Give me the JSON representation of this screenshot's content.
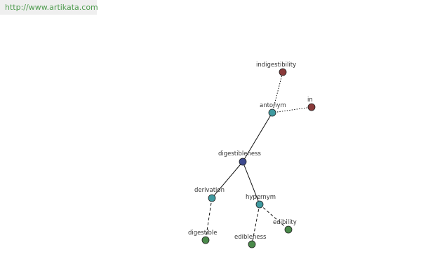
{
  "watermark": {
    "text": "http://www.artikata.com"
  },
  "colors": {
    "root": "#3d4a8f",
    "relation": "#3f9aa0",
    "antonym_leaf": "#8a3a3a",
    "related_leaf": "#4a8a4a"
  },
  "nodes": {
    "root": {
      "label": "digestibleness",
      "kind": "root"
    },
    "antonym": {
      "label": "antonym",
      "kind": "relation"
    },
    "derivation": {
      "label": "derivation",
      "kind": "relation"
    },
    "hypernym": {
      "label": "hypernym",
      "kind": "relation"
    },
    "indigestibility": {
      "label": "indigestibility",
      "kind": "antonym_leaf"
    },
    "in": {
      "label": "in",
      "kind": "antonym_leaf"
    },
    "digestible": {
      "label": "digestible",
      "kind": "related_leaf"
    },
    "edibleness": {
      "label": "edibleness",
      "kind": "related_leaf"
    },
    "edibility": {
      "label": "edibility",
      "kind": "related_leaf"
    }
  },
  "edges": [
    {
      "from": "root",
      "to": "antonym",
      "style": "solid"
    },
    {
      "from": "root",
      "to": "derivation",
      "style": "solid"
    },
    {
      "from": "root",
      "to": "hypernym",
      "style": "solid"
    },
    {
      "from": "antonym",
      "to": "indigestibility",
      "style": "dot"
    },
    {
      "from": "antonym",
      "to": "in",
      "style": "dot"
    },
    {
      "from": "derivation",
      "to": "digestible",
      "style": "dash"
    },
    {
      "from": "hypernym",
      "to": "edibleness",
      "style": "dash"
    },
    {
      "from": "hypernym",
      "to": "edibility",
      "style": "dash"
    }
  ]
}
